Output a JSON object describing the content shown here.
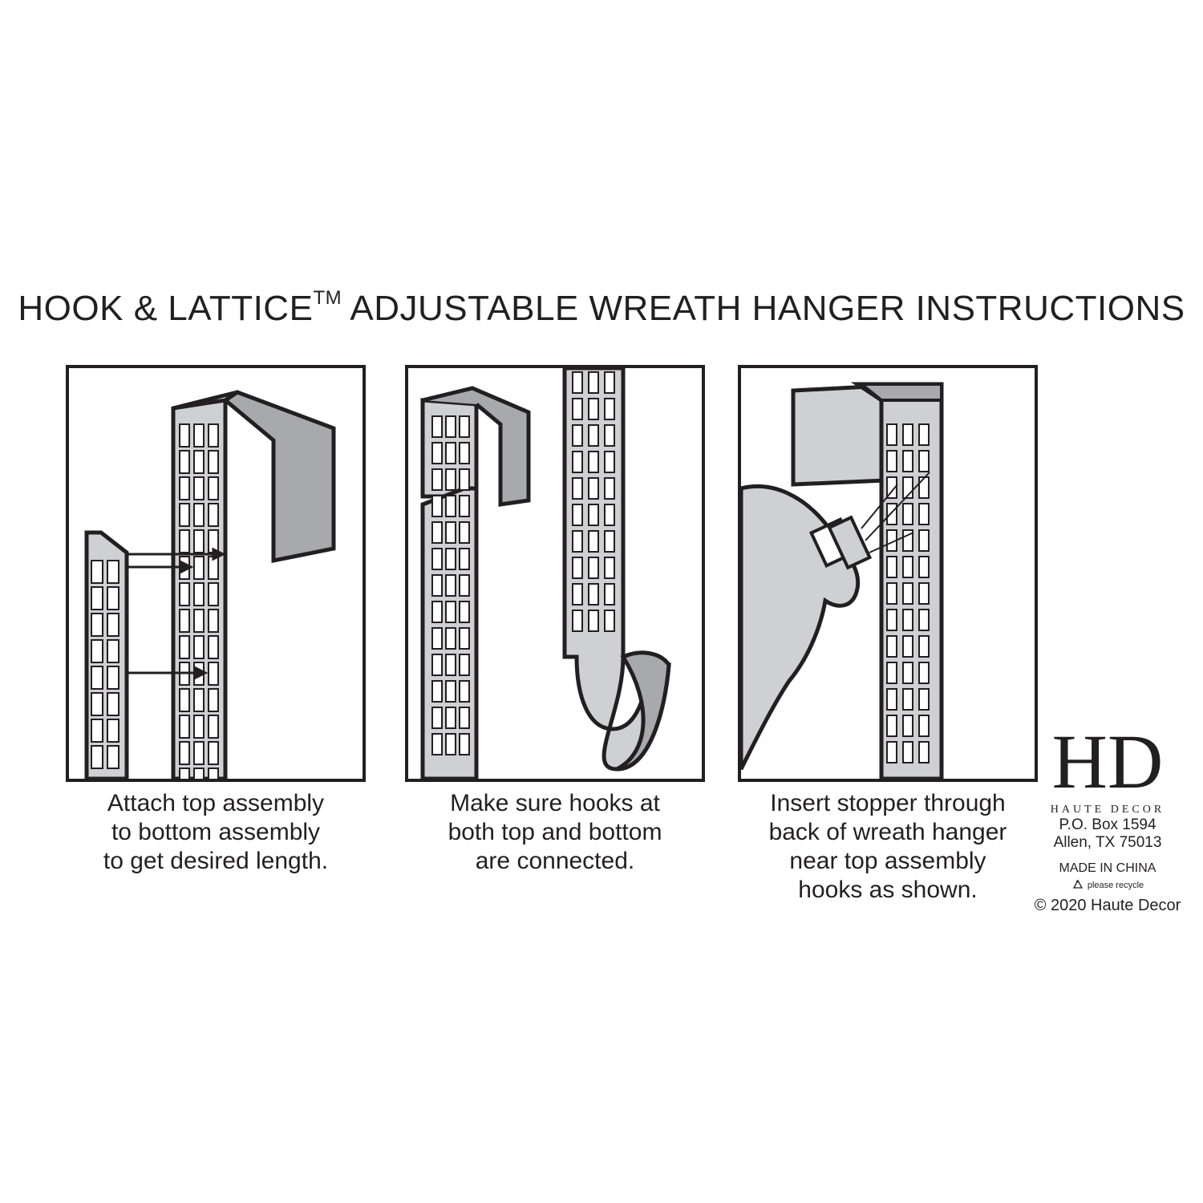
{
  "title": {
    "main": "HOOK & LATTICE",
    "tm": "TM",
    "rest": " ADJUSTABLE WREATH HANGER INSTRUCTIONS"
  },
  "steps": [
    {
      "lines": [
        "Attach top assembly",
        "to bottom assembly",
        "to get desired length."
      ]
    },
    {
      "lines": [
        "Make sure hooks at",
        "both top and bottom",
        "are connected."
      ]
    },
    {
      "lines": [
        "Insert stopper through",
        "back of wreath hanger",
        "near top assembly",
        "hooks as shown."
      ]
    }
  ],
  "brand": {
    "logo_letters": "HD",
    "name": "HAUTE DECOR",
    "address_line1": "P.O. Box 1594",
    "address_line2": "Allen, TX 75013",
    "made_in": "MADE IN CHINA",
    "recycle": "please recycle",
    "copyright": "© 2020 Haute Decor"
  },
  "colors": {
    "ink": "#231f20",
    "metal": "#cfd0d2",
    "shadow": "#a7a9ac"
  },
  "icons": [
    "recycle-icon",
    "arrow-icon",
    "hand-icon",
    "stopper-icon"
  ]
}
